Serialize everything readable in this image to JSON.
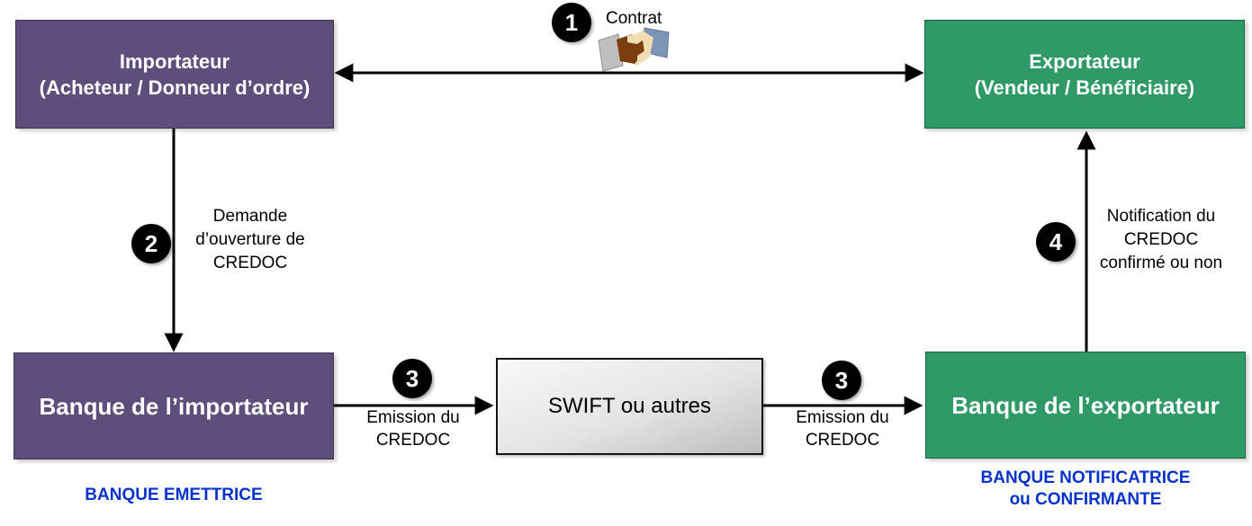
{
  "colors": {
    "purple": "#5E4E7B",
    "green": "#2F9A66",
    "role_blue": "#0633CC",
    "arrow": "#000000"
  },
  "nodes": {
    "importer": {
      "title": "Importateur",
      "subtitle": "(Acheteur / Donneur d’ordre)"
    },
    "exporter": {
      "title": "Exportateur",
      "subtitle": "(Vendeur / Bénéficiaire)"
    },
    "importer_bank": {
      "title": "Banque de l’importateur",
      "role": "BANQUE EMETTRICE"
    },
    "exporter_bank": {
      "title": "Banque de l’exportateur",
      "role": "BANQUE NOTIFICATRICE\nou CONFIRMANTE"
    },
    "network": {
      "title": "SWIFT ou autres"
    }
  },
  "steps": {
    "contract": {
      "number": "1",
      "label": "Contrat"
    },
    "request": {
      "number": "2",
      "label": "Demande\nd’ouverture de\nCREDOC"
    },
    "emission_left": {
      "number": "3",
      "label": "Emission du\nCREDOC"
    },
    "emission_right": {
      "number": "3",
      "label": "Emission du\nCREDOC"
    },
    "notification": {
      "number": "4",
      "label": "Notification du\nCREDOC\nconfirmé ou non"
    }
  }
}
